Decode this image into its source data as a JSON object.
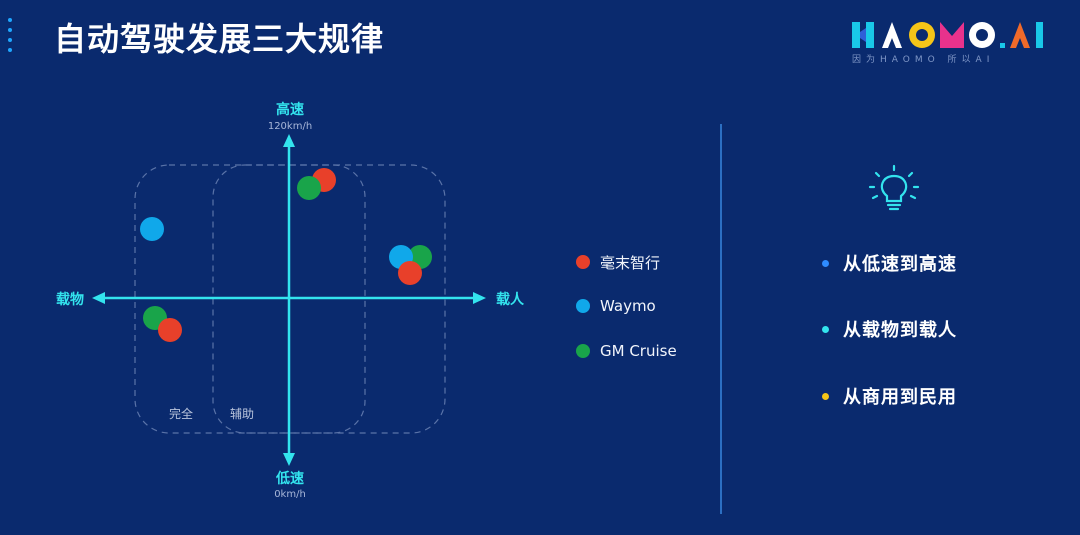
{
  "header": {
    "title": "自动驾驶发展三大规律",
    "logo_text": "HAOMO.AI",
    "logo_subtitle": "因为HAOMO 所以AI"
  },
  "diagram": {
    "y_top_label": "高速",
    "y_top_sub": "120km/h",
    "y_bottom_label": "低速",
    "y_bottom_sub": "0km/h",
    "x_left_label": "载物",
    "x_right_label": "载人",
    "zone_full_label": "完全",
    "zone_assist_label": "辅助",
    "companies": [
      {
        "name": "毫末智行",
        "color": "#e8402a"
      },
      {
        "name": "Waymo",
        "color": "#10a8ea"
      },
      {
        "name": "GM Cruise",
        "color": "#19a44a"
      }
    ]
  },
  "legend": {
    "items": [
      {
        "label": "毫末智行",
        "color": "#e8402a"
      },
      {
        "label": "Waymo",
        "color": "#10a8ea"
      },
      {
        "label": "GM Cruise",
        "color": "#19a44a"
      }
    ]
  },
  "laws": {
    "icon": "lightbulb-icon",
    "items": [
      {
        "text": "从低速到高速",
        "color": "#2f8cff"
      },
      {
        "text": "从载物到载人",
        "color": "#33e4ee"
      },
      {
        "text": "从商用到民用",
        "color": "#f5c518"
      }
    ]
  },
  "colors": {
    "background": "#0a2a6e",
    "accent": "#33e4ee"
  }
}
